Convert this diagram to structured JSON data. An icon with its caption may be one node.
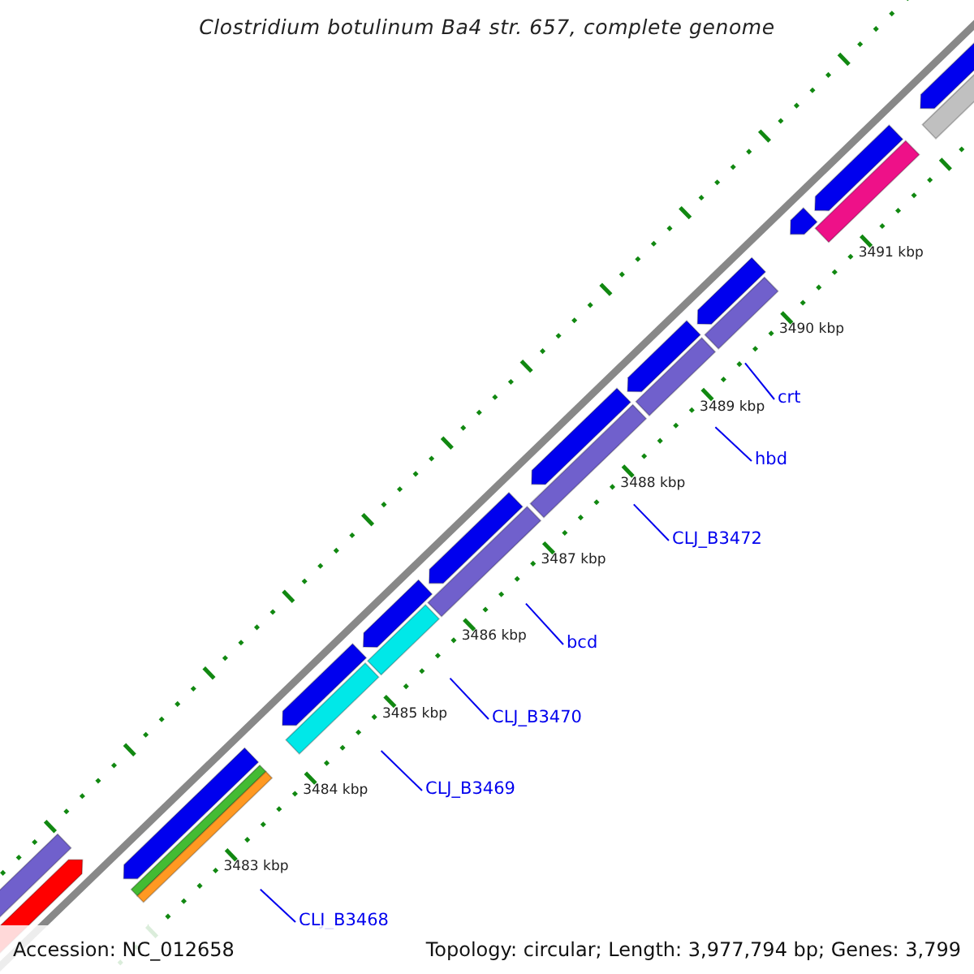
{
  "diagram": {
    "title": "Clostridium botulinum Ba4 str. 657, complete genome",
    "nodes": [
      {
        "text": [
          "CLJ_B3468"
        ]
      },
      {
        "text": [
          "CLJ_B3469"
        ]
      },
      {
        "text": [
          "CLJ_B3470"
        ]
      },
      {
        "text": [
          "bcd"
        ]
      },
      {
        "text": [
          "CLJ_B3472"
        ]
      },
      {
        "text": [
          "hbd"
        ]
      },
      {
        "text": [
          "crt"
        ]
      }
    ],
    "edges": [
      {
        "from": 0,
        "to": null,
        "arrow": "none"
      },
      {
        "from": 1,
        "to": null,
        "arrow": "none"
      },
      {
        "from": 2,
        "to": null,
        "arrow": "none"
      },
      {
        "from": 3,
        "to": null,
        "arrow": "none"
      },
      {
        "from": 4,
        "to": null,
        "arrow": "none"
      },
      {
        "from": 5,
        "to": null,
        "arrow": "none"
      },
      {
        "from": 6,
        "to": null,
        "arrow": "none"
      }
    ],
    "labels": [
      "3491 kbp",
      "3490 kbp",
      "3489 kbp",
      "3488 kbp",
      "3487 kbp",
      "3486 kbp",
      "3485 kbp",
      "3484 kbp",
      "3483 kbp",
      "Accession: NC_012658",
      "Topology: circular; Length: 3,977,794 bp; Genes: 3,799"
    ]
  }
}
